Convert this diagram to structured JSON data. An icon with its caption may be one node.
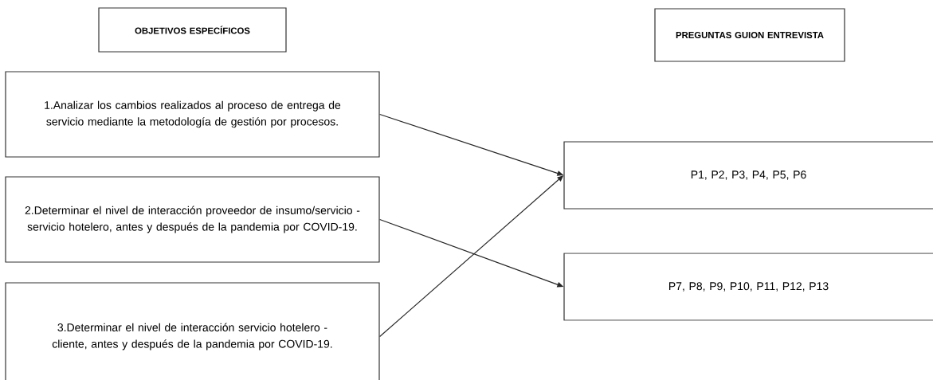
{
  "diagram": {
    "nodes": [
      {
        "text": [
          "OBJETIVOS ESPECÍFICOS"
        ]
      },
      {
        "text": [
          "PREGUNTAS GUION ENTREVISTA"
        ]
      },
      {
        "text": [
          "1.Analizar los cambios realizados al proceso de entrega de servicio mediante la metodología de gestión por procesos."
        ]
      },
      {
        "text": [
          "2.Determinar el nivel de interacción proveedor de insumo/servicio - servicio hotelero, antes y después de la pandemia por COVID-19."
        ]
      },
      {
        "text": [
          "3.Determinar el nivel de interacción servicio hotelero - cliente, antes y después de la pandemia por COVID-19."
        ]
      },
      {
        "text": [
          "P1, P2, P3, P4, P5, P6"
        ]
      },
      {
        "text": [
          "P7, P8, P9, P10, P11, P12, P13"
        ]
      }
    ],
    "edges": [
      {
        "from": 2,
        "to": 5,
        "arrow": "to"
      },
      {
        "from": 3,
        "to": 6,
        "arrow": "to"
      },
      {
        "from": 4,
        "to": 5,
        "arrow": "to"
      }
    ]
  }
}
